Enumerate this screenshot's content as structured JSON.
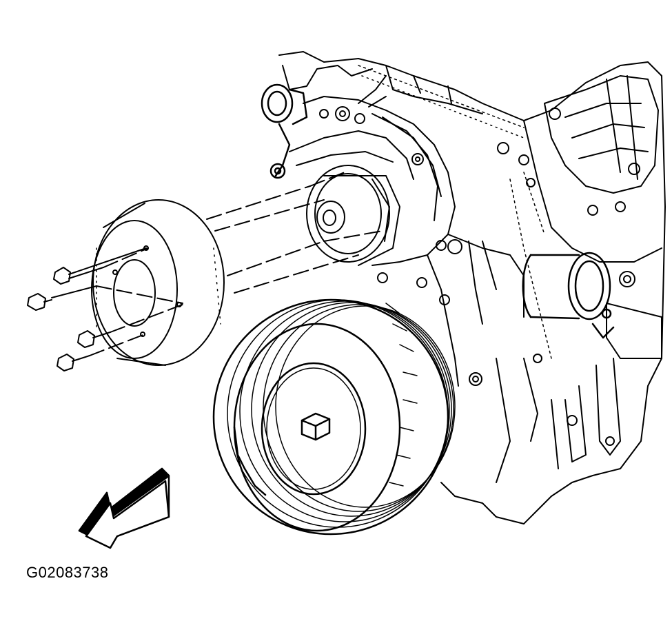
{
  "figure": {
    "id_label": "G02083738"
  },
  "colors": {
    "line": "#000000",
    "paper": "#ffffff"
  },
  "diagram": {
    "subject": "engine-front-exploded-view",
    "parts": [
      "engine-block",
      "timing-cover",
      "water-pump",
      "water-pump-pulley",
      "pulley-bolts",
      "crankshaft-balancer",
      "crankshaft-bolt",
      "thermostat-housing",
      "front-direction-arrow"
    ]
  }
}
